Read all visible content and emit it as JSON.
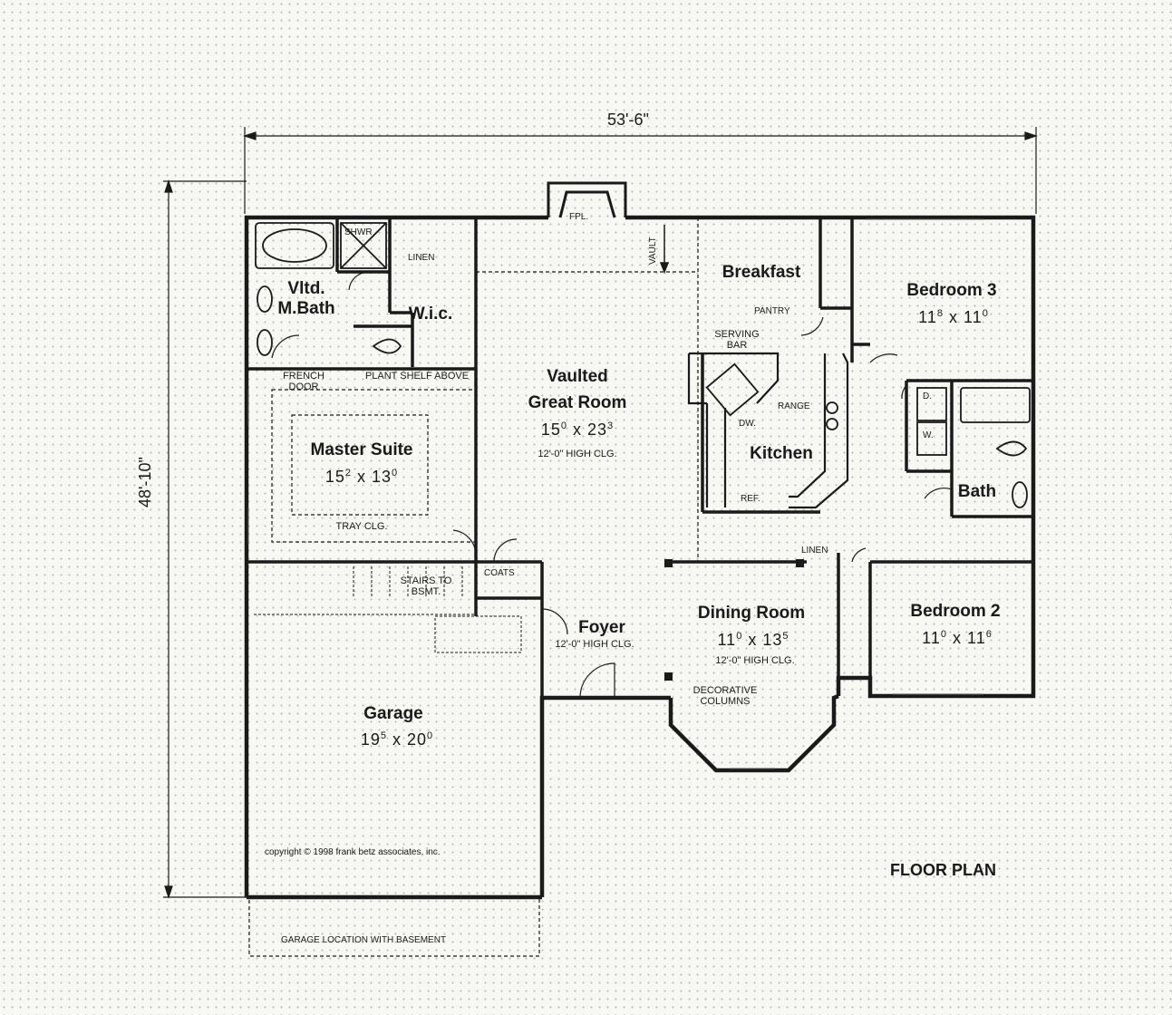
{
  "overall": {
    "width": "53'-6\"",
    "depth": "48'-10\""
  },
  "plan_title": "FLOOR PLAN",
  "copyright": "copyright © 1998 frank betz associates, inc.",
  "rooms": {
    "master_bath": {
      "line1": "Vltd.",
      "line2": "M.Bath"
    },
    "wic": {
      "name": "W.i.c."
    },
    "master_suite": {
      "name": "Master Suite",
      "w": "15",
      "w_sup": "2",
      "d": "13",
      "d_sup": "0",
      "note": "TRAY CLG."
    },
    "great_room": {
      "line1": "Vaulted",
      "line2": "Great Room",
      "w": "15",
      "w_sup": "0",
      "d": "23",
      "d_sup": "3",
      "note": "12'-0\" HIGH CLG."
    },
    "breakfast": {
      "name": "Breakfast"
    },
    "kitchen": {
      "name": "Kitchen"
    },
    "bedroom3": {
      "name": "Bedroom 3",
      "w": "11",
      "w_sup": "8",
      "d": "11",
      "d_sup": "0"
    },
    "bath": {
      "name": "Bath"
    },
    "bedroom2": {
      "name": "Bedroom 2",
      "w": "11",
      "w_sup": "0",
      "d": "11",
      "d_sup": "6"
    },
    "dining": {
      "name": "Dining Room",
      "w": "11",
      "w_sup": "0",
      "d": "13",
      "d_sup": "5",
      "note": "12'-0\" HIGH CLG."
    },
    "foyer": {
      "name": "Foyer",
      "note": "12'-0\" HIGH CLG."
    },
    "garage": {
      "name": "Garage",
      "w": "19",
      "w_sup": "5",
      "d": "20",
      "d_sup": "0"
    }
  },
  "labels": {
    "shwr": "SHWR",
    "linen_top": "LINEN",
    "fpl": "FPL.",
    "vault": "VAULT",
    "pantry": "PANTRY",
    "serving_bar": "SERVING BAR",
    "range": "RANGE",
    "dw": "DW.",
    "ref": "REF.",
    "french_door": "FRENCH DOOR",
    "plant_shelf": "PLANT SHELF ABOVE",
    "stairs": "STAIRS TO BSMT.",
    "coats": "COATS",
    "linen_hall": "LINEN",
    "decorative_columns": "DECORATIVE COLUMNS",
    "d": "D.",
    "w": "W.",
    "garage_location": "GARAGE LOCATION WITH BASEMENT"
  },
  "dim_sep": "x"
}
